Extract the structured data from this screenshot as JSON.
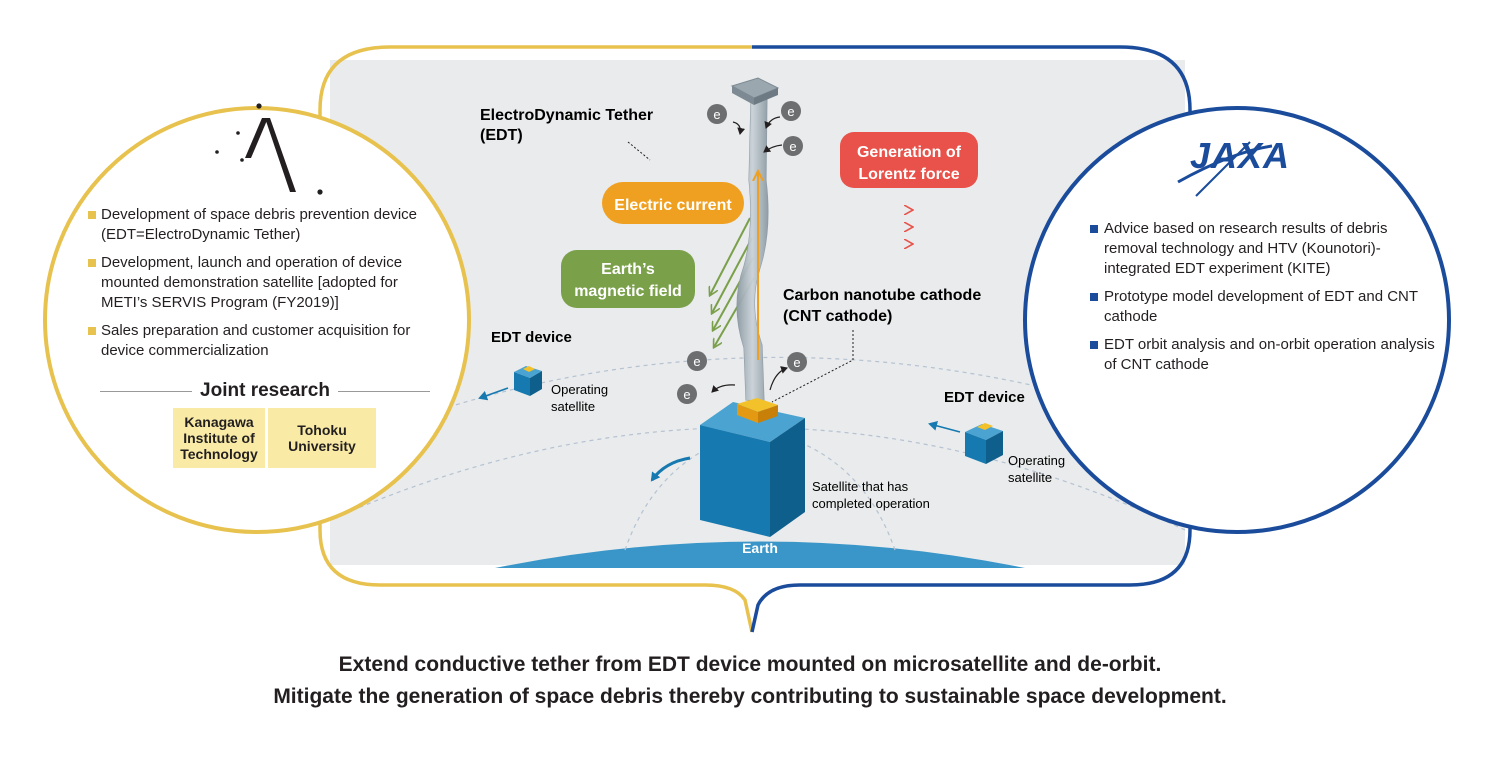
{
  "left_panel": {
    "items": [
      "Development of space debris prevention device (EDT=ElectroDynamic Tether)",
      "Development, launch and operation of device mounted demonstration satellite [adopted for METI’s SERVIS Program (FY2019)]",
      "Sales preparation and customer acquisition for device commercialization"
    ],
    "joint_research": "Joint research",
    "partners": [
      "Kanagawa Institute of Technology",
      "Tohoku University"
    ]
  },
  "right_panel": {
    "logo_text": "JAXA",
    "items": [
      "Advice based on research results of debris removal technology and HTV (Kounotori)- integrated EDT experiment (KITE)",
      "Prototype model development of EDT and CNT cathode",
      "EDT orbit analysis and on-orbit operation analysis of CNT cathode"
    ]
  },
  "center": {
    "edt_title_1": "ElectroDynamic Tether",
    "edt_title_2": "(EDT)",
    "lorentz_1": "Generation of",
    "lorentz_2": "Lorentz force",
    "electric_current": "Electric current",
    "magnetic_1": "Earth’s",
    "magnetic_2": "magnetic field",
    "cnt_1": "Carbon nanotube cathode",
    "cnt_2": "(CNT cathode)",
    "edt_device": "EDT device",
    "operating_1": "Operating",
    "operating_2": "satellite",
    "completed_1": "Satellite that has",
    "completed_2": "completed operation",
    "earth": "Earth",
    "electron": "e"
  },
  "caption": {
    "line1": "Extend conductive tether from EDT device mounted on microsatellite and de-orbit.",
    "line2": "Mitigate the generation of space debris thereby contributing to sustainable space development."
  },
  "colors": {
    "left_accent": "#e8c24e",
    "right_accent": "#1b4c9c",
    "lorentz": "#e8524a",
    "current": "#f0a020",
    "magnetic": "#7aa04a",
    "satellite": "#1679b0",
    "earth": "#3a96c8"
  }
}
